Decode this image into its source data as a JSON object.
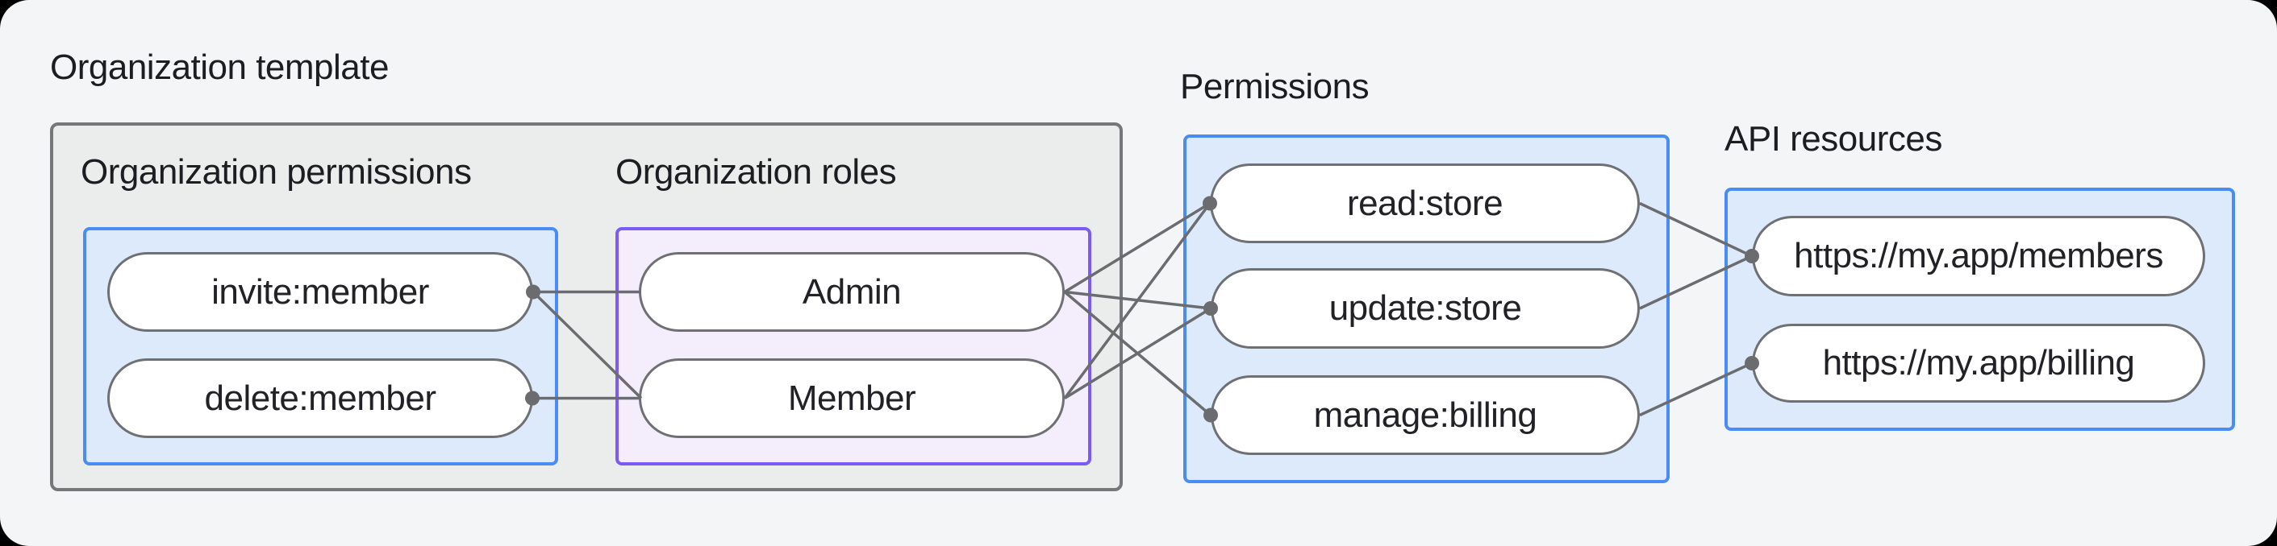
{
  "diagram": {
    "organization_template": {
      "label": "Organization template",
      "organization_permissions": {
        "label": "Organization permissions",
        "pills": [
          "invite:member",
          "delete:member"
        ]
      },
      "organization_roles": {
        "label": "Organization roles",
        "pills": [
          "Admin",
          "Member"
        ]
      }
    },
    "permissions": {
      "label": "Permissions",
      "pills": [
        "read:store",
        "update:store",
        "manage:billing"
      ]
    },
    "api_resources": {
      "label": "API resources",
      "pills": [
        "https://my.app/members",
        "https://my.app/billing"
      ]
    },
    "connections": [
      {
        "from": "invite:member",
        "to": "Admin"
      },
      {
        "from": "invite:member",
        "to": "Member"
      },
      {
        "from": "delete:member",
        "to": "Member"
      },
      {
        "from": "Admin",
        "to": "read:store"
      },
      {
        "from": "Admin",
        "to": "update:store"
      },
      {
        "from": "Admin",
        "to": "manage:billing"
      },
      {
        "from": "Member",
        "to": "read:store"
      },
      {
        "from": "Member",
        "to": "update:store"
      },
      {
        "from": "read:store",
        "to": "https://my.app/members"
      },
      {
        "from": "update:store",
        "to": "https://my.app/members"
      },
      {
        "from": "manage:billing",
        "to": "https://my.app/billing"
      }
    ],
    "colors": {
      "canvas_background": "#F4F5F6",
      "outer_background": "#000000",
      "gray_box_fill": "#EBECEC",
      "gray_box_border": "#76777A",
      "blue_box_fill": "#DCEAFB",
      "blue_box_border": "#4A8CF6",
      "purple_box_fill": "#F3EDFC",
      "purple_box_border": "#7A5BF5",
      "pill_fill": "#FFFFFF",
      "pill_border": "#6F7073",
      "wire": "#6B6C70",
      "text": "#1C1D21"
    }
  }
}
